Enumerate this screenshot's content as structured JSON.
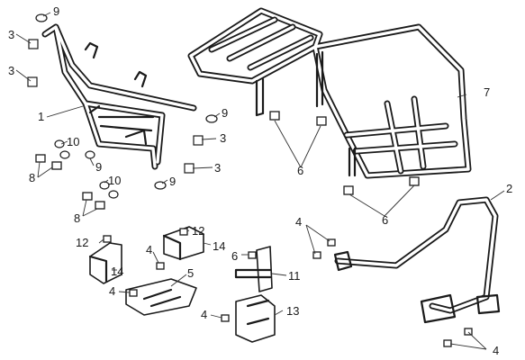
{
  "callouts": {
    "c1": "1",
    "c2": "2",
    "c3a": "3",
    "c3b": "3",
    "c3c": "3",
    "c3d": "3",
    "c4a": "4",
    "c4b": "4",
    "c4c": "4",
    "c4d": "4",
    "c4e": "4",
    "c5": "5",
    "c6a": "6",
    "c6b": "6",
    "c6c": "6",
    "c7": "7",
    "c8a": "8",
    "c8b": "8",
    "c9a": "9",
    "c9b": "9",
    "c9c": "9",
    "c9d": "9",
    "c10a": "10",
    "c10b": "10",
    "c11": "11",
    "c12a": "12",
    "c12b": "12",
    "c13": "13",
    "c14a": "14",
    "c14b": "14"
  }
}
